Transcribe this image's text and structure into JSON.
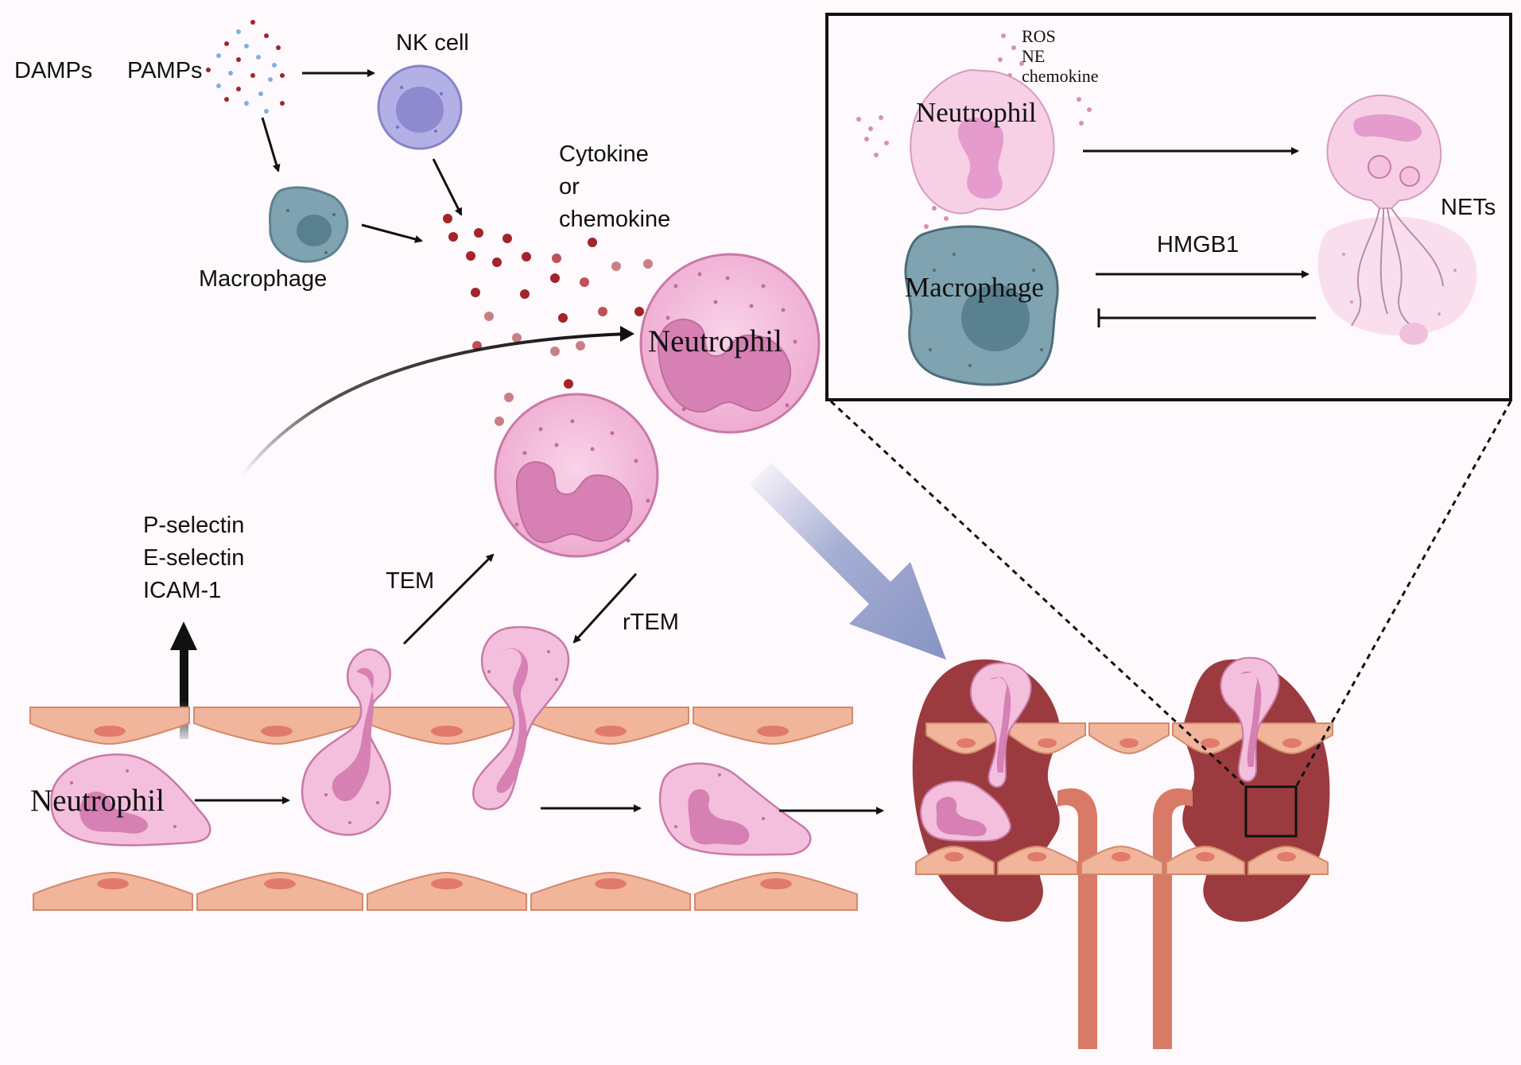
{
  "labels": {
    "damps": "DAMPs",
    "pamps": "PAMPs",
    "nk_cell": "NK cell",
    "macrophage_top": "Macrophage",
    "cytokine_line1": "Cytokine",
    "cytokine_line2": "or",
    "cytokine_line3": "chemokine",
    "neutrophil_large": "Neutrophil",
    "p_selectin": "P-selectin",
    "e_selectin": "E-selectin",
    "icam1": "ICAM-1",
    "tem": "TEM",
    "rtem": "rTEM",
    "neutrophil_vessel": "Neutrophil"
  },
  "inset": {
    "ros": "ROS",
    "ne": "NE",
    "chemokine": "chemokine",
    "neutrophil": "Neutrophil",
    "macrophage": "Macrophage",
    "hmgb1": "HMGB1",
    "nets": "NETs"
  },
  "colors": {
    "neutrophil_fill": "#f4bfdc",
    "neutrophil_stroke": "#c77aa8",
    "nucleus": "#d27fb0",
    "macrophage": "#7fa3b0",
    "nk_cell": "#a9a6e0",
    "kidney": "#9c3b3f",
    "endothelial": "#f0b59a",
    "chemokine_dot": "#a3242a",
    "big_arrow": "#8794c4"
  }
}
